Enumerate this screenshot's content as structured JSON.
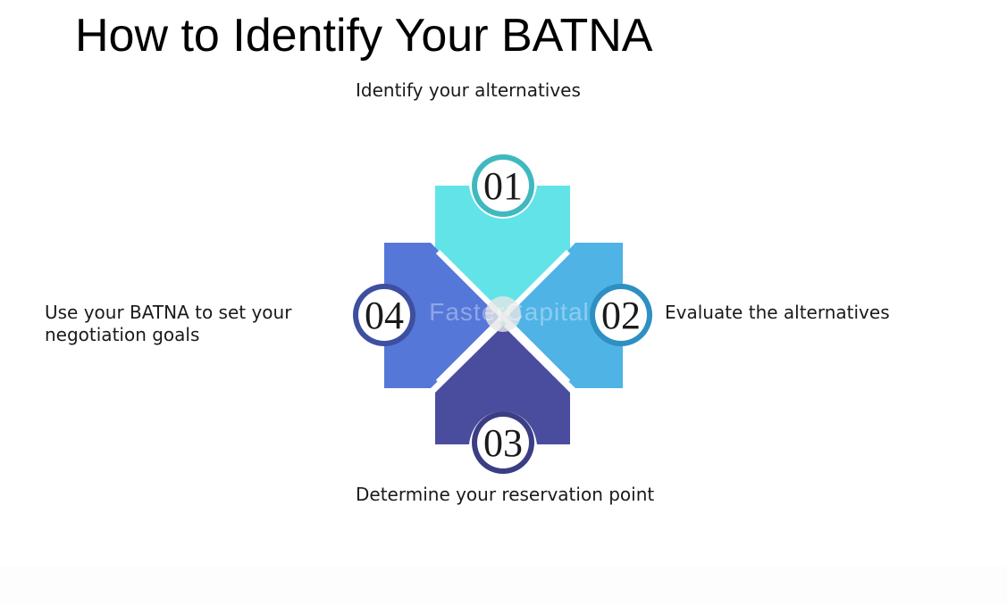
{
  "title": "How to Identify Your BATNA",
  "steps": [
    {
      "number": "01",
      "label": "Identify your alternatives",
      "color": "#62e3e8",
      "ring": "#3fb9bf"
    },
    {
      "number": "02",
      "label": "Evaluate the alternatives",
      "color": "#4fb3e6",
      "ring": "#2e8fc3"
    },
    {
      "number": "03",
      "label": "Determine your reservation point",
      "color": "#4a4d9e",
      "ring": "#3b3d85"
    },
    {
      "number": "04",
      "label": "Use your BATNA to set your negotiation goals",
      "color": "#5577d8",
      "ring": "#3e4fa0"
    }
  ],
  "watermark": "FasterCapital"
}
